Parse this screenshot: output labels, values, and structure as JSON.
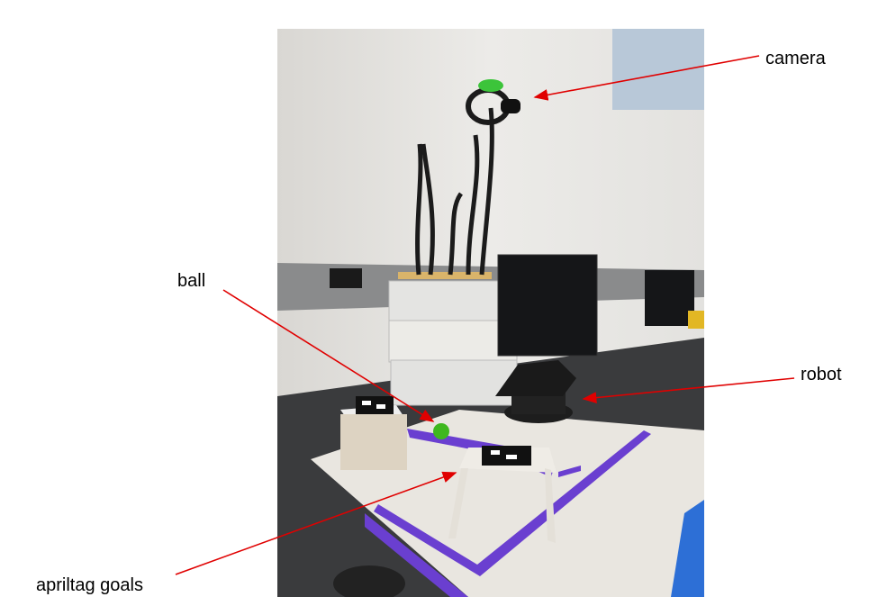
{
  "figure": {
    "labels": {
      "camera": "camera",
      "ball": "ball",
      "robot": "robot",
      "apriltag_goals": "apriltag goals"
    },
    "colors": {
      "arrow": "#e00000",
      "tape": "#6a3fd0",
      "ball": "#3fb81f",
      "wall": "#e8e6e2",
      "board": "#e9e6e0"
    }
  }
}
